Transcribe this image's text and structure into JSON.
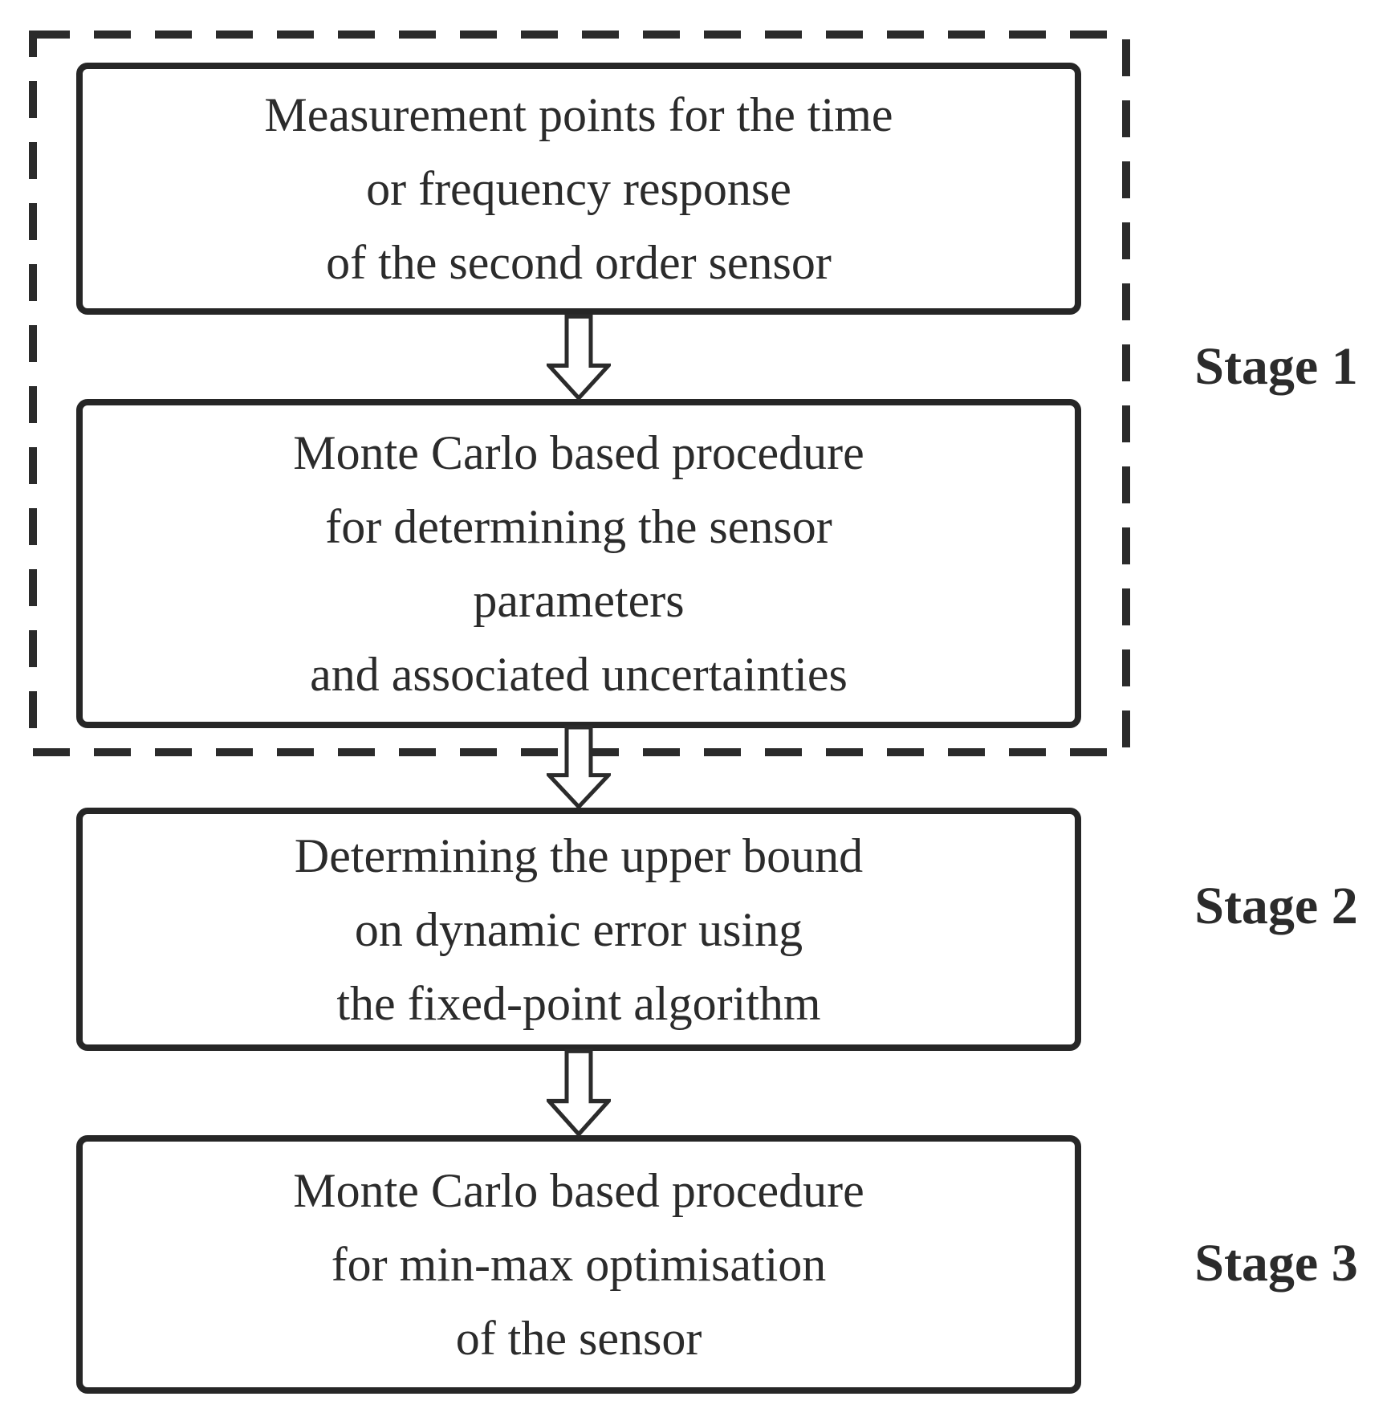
{
  "colors": {
    "ink": "#2b2b2b",
    "box_border": "#262626",
    "background": "#ffffff"
  },
  "flowchart": {
    "boxes": [
      {
        "id": "measurement-points",
        "lines": [
          "Measurement points for the time",
          "or frequency response",
          "of the second order sensor"
        ]
      },
      {
        "id": "monte-carlo-sensor-parameters",
        "lines": [
          "Monte Carlo based procedure",
          "for determining the sensor",
          "parameters",
          "and associated uncertainties"
        ]
      },
      {
        "id": "upper-bound-dynamic-error",
        "lines": [
          "Determining the upper bound",
          "on dynamic error using",
          "the fixed-point algorithm"
        ]
      },
      {
        "id": "min-max-optimisation",
        "lines": [
          "Monte Carlo based procedure",
          "for min-max optimisation",
          "of the sensor"
        ]
      }
    ],
    "stage_labels": [
      "Stage 1",
      "Stage 2",
      "Stage 3"
    ],
    "arrows": [
      {
        "icon": "down-arrow-icon",
        "from": "measurement-points",
        "to": "monte-carlo-sensor-parameters"
      },
      {
        "icon": "down-arrow-icon",
        "from": "monte-carlo-sensor-parameters",
        "to": "upper-bound-dynamic-error"
      },
      {
        "icon": "down-arrow-icon",
        "from": "upper-bound-dynamic-error",
        "to": "min-max-optimisation"
      }
    ],
    "dashed_group": {
      "label": "Stage 1",
      "contains": [
        "measurement-points",
        "monte-carlo-sensor-parameters"
      ]
    }
  }
}
